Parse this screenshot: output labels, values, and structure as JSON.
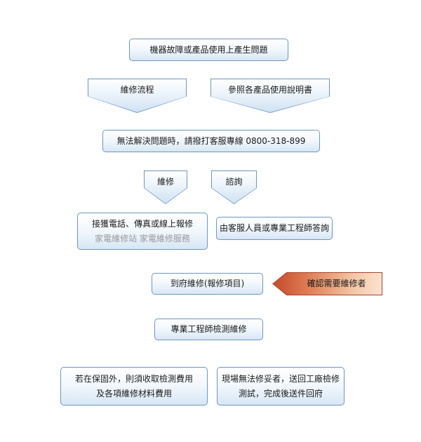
{
  "colors": {
    "node_border": "#6f96bf",
    "node_fill_top": "#ffffff",
    "node_fill_bottom": "#d7e7f5",
    "arrow_border": "#a8422c",
    "arrow_fill_left": "#c44a2c",
    "arrow_fill_right": "#fbe3d0",
    "text": "#1a1a1a",
    "muted_text": "#999999"
  },
  "nodes": {
    "problem": "機器故障或產品使用上產生問題",
    "repair_process": "維修流程",
    "refer_manual": "參照各產品使用說明書",
    "hotline": "無法解決問題時，請撥打客服專線 0800-318-899",
    "repair": "維修",
    "consult": "諮詢",
    "report_line1": "接獲電話、傳真或線上報修",
    "report_line2": "家電維修站 家電維修服務",
    "answer": "由客服人員或專業工程師答詢",
    "onsite_repair": "到府維修(報修項目)",
    "confirm_repair": "確認需要維修者",
    "engineer_inspect": "專業工程師檢測維修",
    "warranty_line1": "若在保固外，則須收取檢測費用",
    "warranty_line2": "及各項維修材料費用",
    "factory_line1": "現場無法修妥者，送回工廠檢修",
    "factory_line2": "測試，完成後送件回府"
  }
}
